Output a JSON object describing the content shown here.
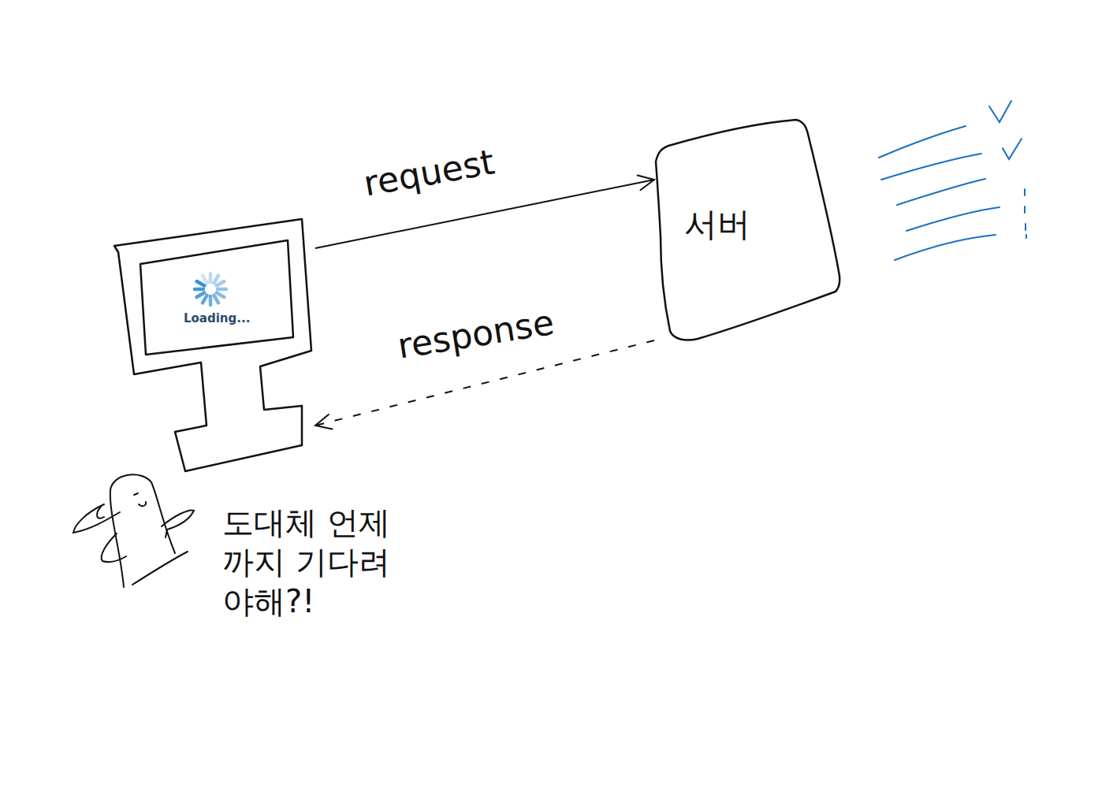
{
  "diagram": {
    "nodes": [
      {
        "text": [
          "Loading..."
        ]
      },
      {
        "text": [
          "서버"
        ]
      }
    ],
    "edges": [
      {
        "from": 0,
        "to": 1,
        "label": "request",
        "arrow": "to"
      },
      {
        "from": 1,
        "to": 0,
        "label": "response",
        "arrow": "to"
      }
    ],
    "labels": [
      "도대체 언제까지 기다려야해?!"
    ]
  }
}
